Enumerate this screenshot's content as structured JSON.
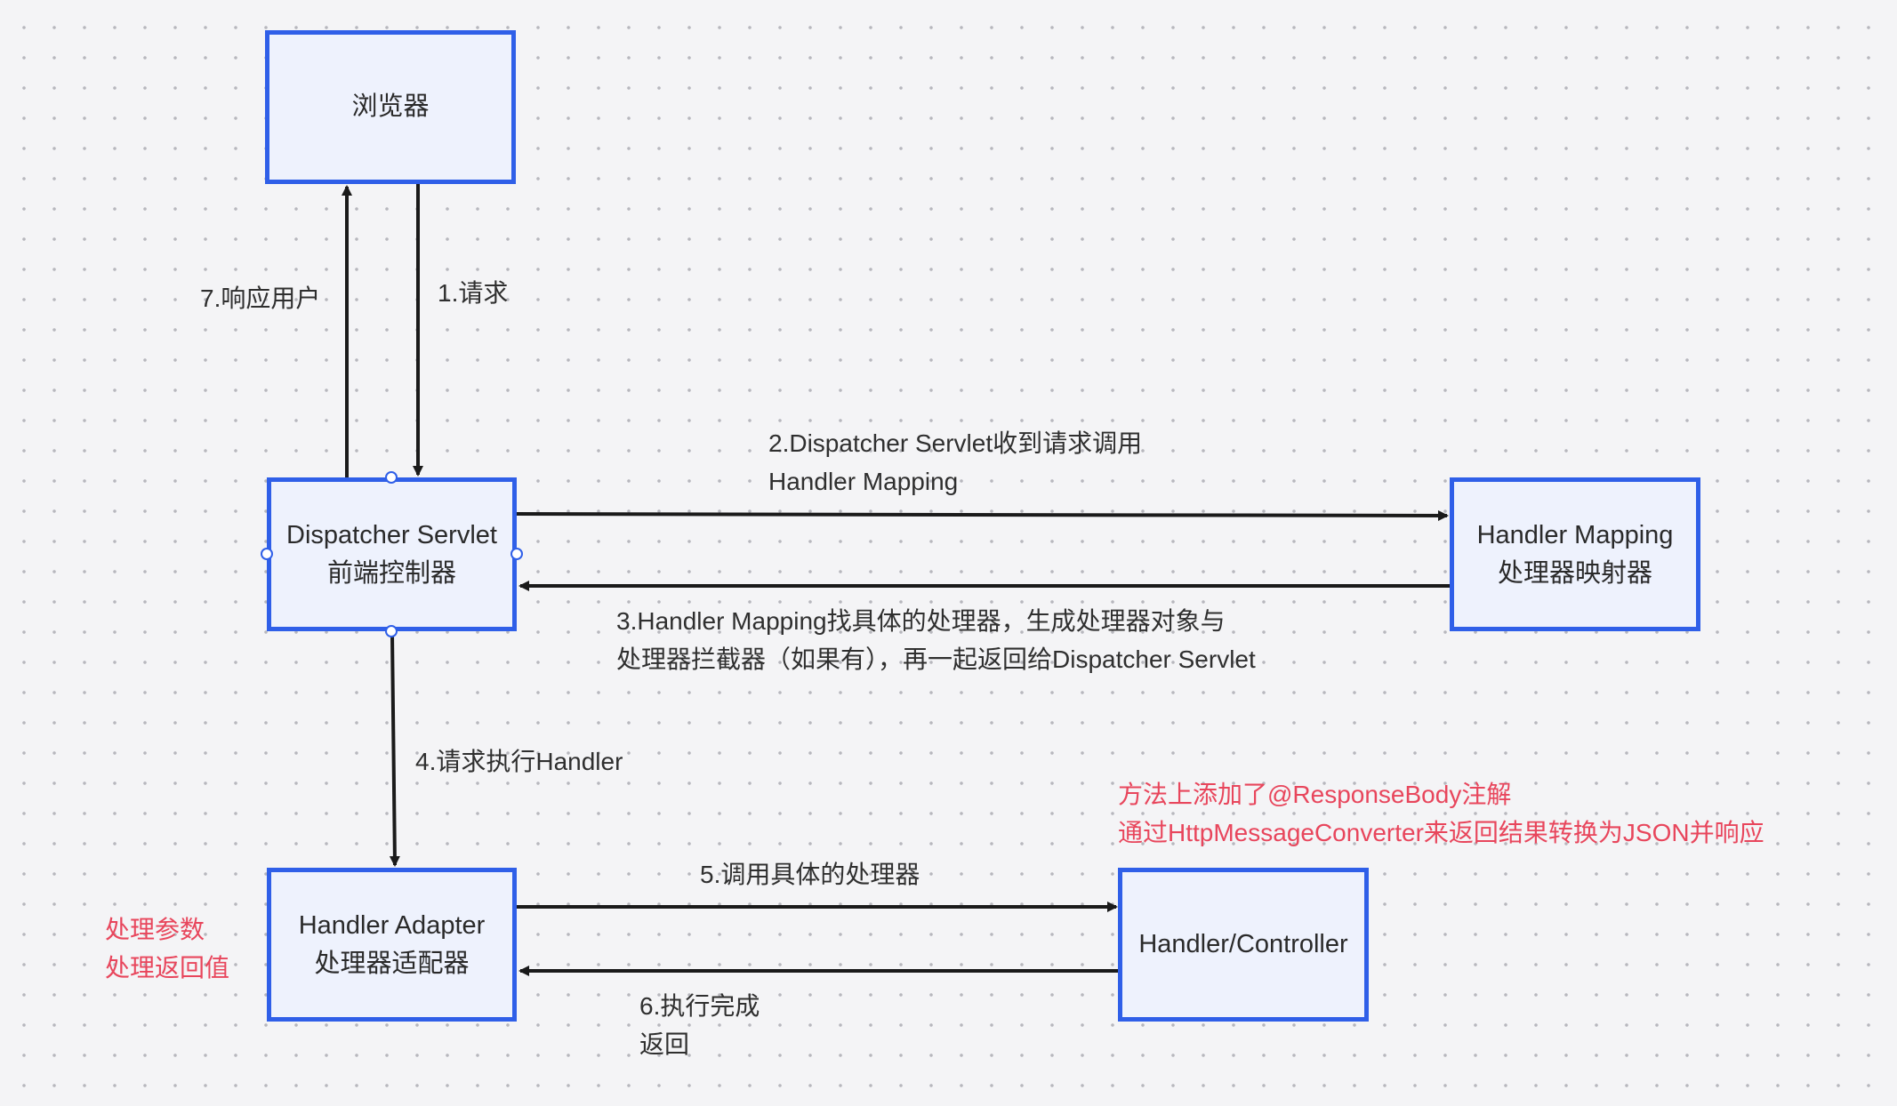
{
  "nodes": {
    "browser": {
      "line1": "浏览器"
    },
    "dispatcher": {
      "line1": "Dispatcher Servlet",
      "line2": "前端控制器"
    },
    "mapping": {
      "line1": "Handler Mapping",
      "line2": "处理器映射器"
    },
    "adapter": {
      "line1": "Handler Adapter",
      "line2": "处理器适配器"
    },
    "controller": {
      "line1": "Handler/Controller"
    }
  },
  "edges": {
    "e1": {
      "line1": "1.请求"
    },
    "e2": {
      "line1": "2.Dispatcher Servlet收到请求调用",
      "line2": "Handler Mapping"
    },
    "e3": {
      "line1": "3.Handler Mapping找具体的处理器，生成处理器对象与",
      "line2": "处理器拦截器（如果有），再一起返回给Dispatcher Servlet"
    },
    "e4": {
      "line1": "4.请求执行Handler"
    },
    "e5": {
      "line1": "5.调用具体的处理器"
    },
    "e6": {
      "line1": "6.执行完成",
      "line2": "返回"
    },
    "e7": {
      "line1": "7.响应用户"
    }
  },
  "notes": {
    "adapter_note": {
      "line1": "处理参数",
      "line2": "处理返回值"
    },
    "controller_note": {
      "line1": "方法上添加了@ResponseBody注解",
      "line2": "通过HttpMessageConverter来返回结果转换为JSON并响应"
    }
  },
  "colors": {
    "node_border": "#2f5fe8",
    "node_fill": "#eef2fd",
    "arrow": "#1a1a1a",
    "note_text": "#e8465c"
  }
}
